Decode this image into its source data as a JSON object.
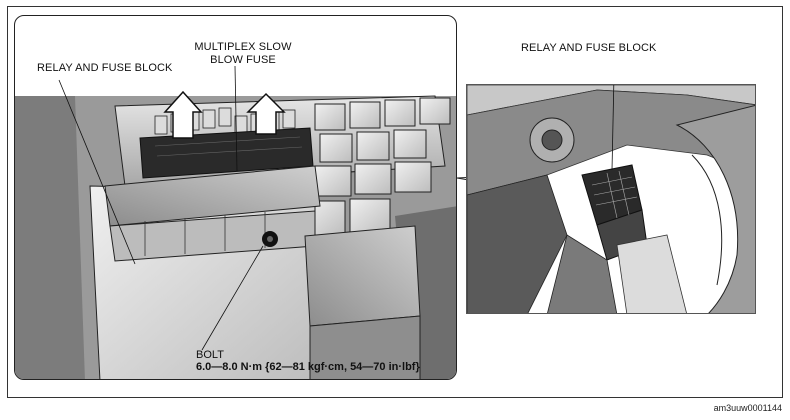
{
  "labels": {
    "relay_fuse_block_detail": "RELAY AND FUSE BLOCK",
    "multiplex_fuse_line1": "MULTIPLEX SLOW",
    "multiplex_fuse_line2": "BLOW FUSE",
    "relay_fuse_block_overview": "RELAY AND FUSE BLOCK",
    "bolt": "BOLT",
    "bolt_torque": "6.0—8.0 N·m {62—81 kgf·cm, 54—70 in·lbf}"
  },
  "image_code": "am3uuw0001144",
  "icons": {
    "removal_arrows": "up-arrow-icon"
  },
  "colors": {
    "line": "#222222",
    "panel_fill": "#d8d8d8",
    "dark_fill": "#2a2a2a"
  }
}
